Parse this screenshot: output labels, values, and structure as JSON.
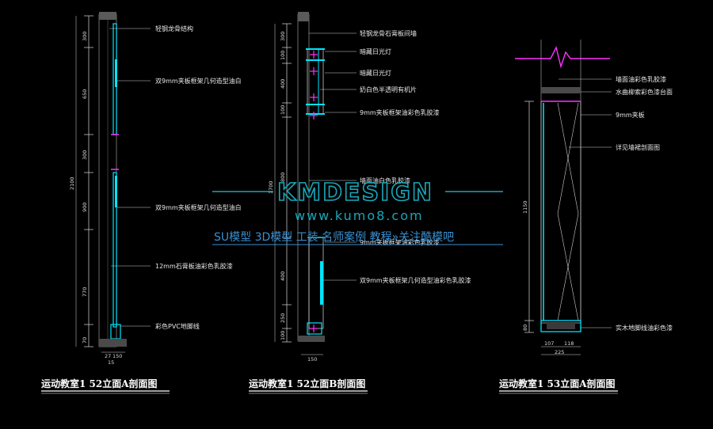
{
  "section_a": {
    "title": "运动教室1 52立面A剖面图",
    "labels": [
      "轻钢龙骨结构",
      "双9mm夹板框架几何造型油白",
      "双9mm夹板框架几何造型油白",
      "12mm石膏板油彩色乳胶漆",
      "彩色PVC地脚线"
    ],
    "dims": [
      "300",
      "650",
      "300",
      "2100",
      "900",
      "770",
      "70"
    ],
    "bottom_dims": [
      "27",
      "150",
      "15"
    ]
  },
  "section_b": {
    "title": "运动教室1 52立面B剖面图",
    "labels": [
      "轻钢龙骨石膏板间墙",
      "暗藏日光灯",
      "暗藏日光灯",
      "奶白色半透明有机片",
      "9mm夹板框架油彩色乳胶漆",
      "墙面油白色乳胶漆",
      "9mm夹板框架油彩色乳胶漆",
      "双9mm夹板框架几何造型油彩色乳胶漆"
    ],
    "dims": [
      "300",
      "100",
      "400",
      "100",
      "800",
      "1700",
      "400",
      "250",
      "100"
    ],
    "bottom_dims": [
      "150"
    ]
  },
  "section_c": {
    "title": "运动教室1 53立面A剖面图",
    "labels": [
      "墙面油彩色乳胶漆",
      "水曲柳索彩色漆台面",
      "9mm夹板",
      "详见墙裙剖面图",
      "实木地脚线油彩色漆"
    ],
    "dims": [
      "1150",
      "80"
    ],
    "bottom_dims": [
      "107",
      "118",
      "225"
    ]
  },
  "watermark": {
    "brand": "KMDESIGN",
    "url": "www.kumo8.com",
    "tagline": "SU模型 3D模型 工装 名师案例 教程»关注酷模吧"
  },
  "colors": {
    "background": "#000000",
    "cyan": "#00e5ff",
    "magenta": "#ff30ff",
    "white": "#e8e8e8",
    "watermark": "#1aa6b8"
  }
}
